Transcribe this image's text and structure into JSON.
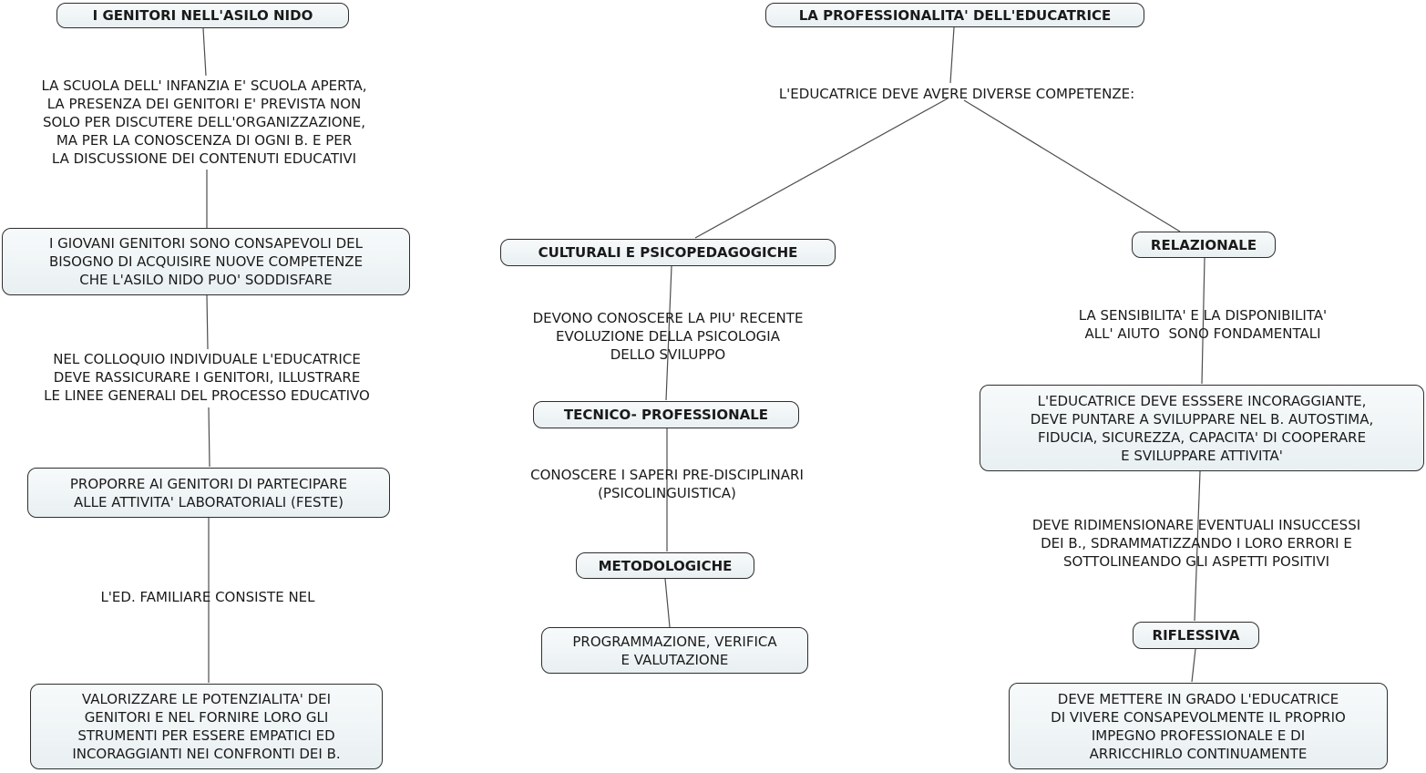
{
  "colors": {
    "background": "#ffffff",
    "node_fill": "#e9f0f2",
    "node_border": "#2e2e2e",
    "connector": "#4d4d4d",
    "text": "#1a1a1a"
  },
  "nodes": {
    "left_title": {
      "text": "I GENITORI NELL'ASILO NIDO"
    },
    "left_para1": {
      "text": "LA SCUOLA DELL' INFANZIA E' SCUOLA APERTA,\nLA PRESENZA DEI GENITORI E' PREVISTA NON\nSOLO PER DISCUTERE DELL'ORGANIZZAZIONE,\nMA PER LA CONOSCENZA DI OGNI B. E PER\nLA DISCUSSIONE DEI CONTENUTI EDUCATIVI"
    },
    "left_box1": {
      "text": "I GIOVANI GENITORI SONO CONSAPEVOLI DEL\nBISOGNO DI ACQUISIRE NUOVE COMPETENZE\nCHE L'ASILO NIDO PUO' SODDISFARE"
    },
    "left_para2": {
      "text": "NEL COLLOQUIO INDIVIDUALE L'EDUCATRICE\nDEVE RASSICURARE I GENITORI, ILLUSTRARE\nLE LINEE GENERALI DEL PROCESSO EDUCATIVO"
    },
    "left_box2": {
      "text": "PROPORRE AI GENITORI DI PARTECIPARE\nALLE ATTIVITA' LABORATORIALI (FESTE)"
    },
    "left_para3": {
      "text": "L'ED. FAMILIARE CONSISTE NEL"
    },
    "left_box3": {
      "text": "VALORIZZARE LE POTENZIALITA' DEI\nGENITORI E NEL FORNIRE LORO GLI\nSTRUMENTI PER ESSERE EMPATICI ED\nINCORAGGIANTI NEI CONFRONTI DEI B."
    },
    "mid_title": {
      "text": "LA PROFESSIONALITA' DELL'EDUCATRICE"
    },
    "mid_para1": {
      "text": "L'EDUCATRICE DEVE AVERE DIVERSE COMPETENZE:"
    },
    "mid_box_culturali": {
      "text": "CULTURALI E PSICOPEDAGOGICHE"
    },
    "mid_para2": {
      "text": "DEVONO CONOSCERE LA PIU' RECENTE\nEVOLUZIONE DELLA PSICOLOGIA\nDELLO SVILUPPO"
    },
    "mid_box_tecnico": {
      "text": "TECNICO- PROFESSIONALE"
    },
    "mid_para3": {
      "text": "CONOSCERE I SAPERI PRE-DISCIPLINARI\n(PSICOLINGUISTICA)"
    },
    "mid_box_metodologiche": {
      "text": "METODOLOGICHE"
    },
    "mid_box_programmazione": {
      "text": "PROGRAMMAZIONE, VERIFICA\nE VALUTAZIONE"
    },
    "right_box_relazionale": {
      "text": "RELAZIONALE"
    },
    "right_para1": {
      "text": "LA SENSIBILITA' E LA DISPONIBILITA'\nALL' AIUTO  SONO FONDAMENTALI"
    },
    "right_box_incoraggiante": {
      "text": "L'EDUCATRICE DEVE ESSSERE INCORAGGIANTE,\nDEVE PUNTARE A SVILUPPARE NEL B. AUTOSTIMA,\nFIDUCIA, SICUREZZA, CAPACITA' DI COOPERARE\nE SVILUPPARE ATTIVITA'"
    },
    "right_para2": {
      "text": "DEVE RIDIMENSIONARE EVENTUALI INSUCCESSI\nDEI B., SDRAMMATIZZANDO I LORO ERRORI E\nSOTTOLINEANDO GLI ASPETTI POSITIVI"
    },
    "right_box_riflessiva": {
      "text": "RIFLESSIVA"
    },
    "right_box_finale": {
      "text": "DEVE METTERE IN GRADO L'EDUCATRICE\nDI VIVERE CONSAPEVOLMENTE IL PROPRIO\nIMPEGNO PROFESSIONALE E DI\nARRICCHIRLO CONTINUAMENTE"
    }
  }
}
